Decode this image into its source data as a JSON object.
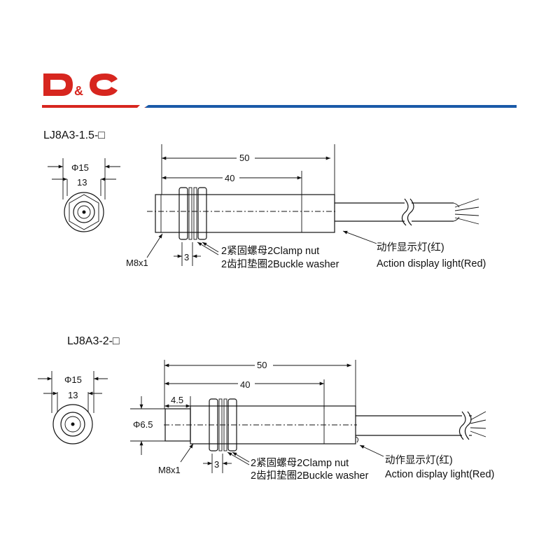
{
  "brand": {
    "logo_text": "D&C",
    "red": "#d7261f",
    "blue": "#1a5aa8"
  },
  "diagrams": [
    {
      "model": "LJ8A3-1.5-□",
      "front_outer": "Φ15",
      "front_inner": "13",
      "length_total": "50",
      "length_body": "40",
      "thread": "M8x1",
      "nut_width": "3",
      "callout_cn_1": "2紧固螺母2Clamp nut",
      "callout_cn_2": "2齿扣垫圈2Buckle washer",
      "light_cn": "动作显示灯(红)",
      "light_en": "Action display light(Red)"
    },
    {
      "model": "LJ8A3-2-□",
      "front_outer": "Φ15",
      "front_inner": "13",
      "length_total": "50",
      "length_body": "40",
      "extension": "4.5",
      "diameter": "Φ6.5",
      "thread": "M8x1",
      "nut_width": "3",
      "callout_cn_1": "2紧固螺母2Clamp nut",
      "callout_cn_2": "2齿扣垫圈2Buckle washer",
      "light_cn": "动作显示灯(红)",
      "light_en": "Action display light(Red)"
    }
  ]
}
